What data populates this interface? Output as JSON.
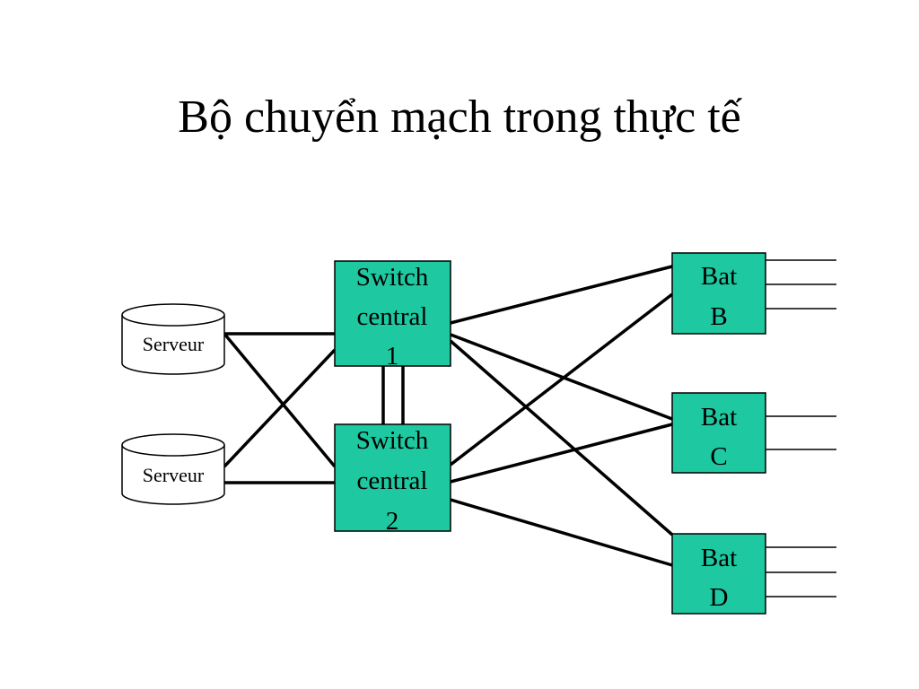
{
  "slide": {
    "title": "Bộ chuyển mạch trong thực tế"
  },
  "diagram": {
    "colors": {
      "box_fill": "#1ec8a0",
      "line": "#000000"
    },
    "servers": [
      {
        "label": "Serveur"
      },
      {
        "label": "Serveur"
      }
    ],
    "switches": [
      {
        "lines": [
          "Switch",
          "central",
          "1"
        ]
      },
      {
        "lines": [
          "Switch",
          "central",
          "2"
        ]
      }
    ],
    "buildings": [
      {
        "lines": [
          "Bat",
          "B"
        ],
        "outgoing_links": 3
      },
      {
        "lines": [
          "Bat",
          "C"
        ],
        "outgoing_links": 2
      },
      {
        "lines": [
          "Bat",
          "D"
        ],
        "outgoing_links": 3
      }
    ]
  }
}
